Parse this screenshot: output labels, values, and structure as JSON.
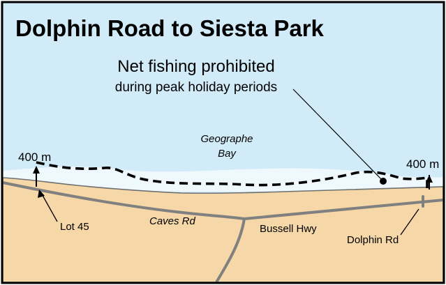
{
  "map": {
    "title": "Dolphin Road to Siesta Park",
    "notice": {
      "line1": "Net fishing prohibited",
      "line2": "during peak holiday periods"
    },
    "water_label": {
      "line1": "Geographe",
      "line2": "Bay"
    },
    "distance_left": "400 m",
    "distance_right": "400 m",
    "places": {
      "lot": "Lot 45",
      "road1": "Caves Rd",
      "road2": "Bussell Hwy",
      "road3": "Dolphin Rd"
    },
    "colors": {
      "sea": "#d2ebf8",
      "shore_water": "#eef8fd",
      "land": "#f5d7a8",
      "road": "#808080",
      "outline": "#000000"
    }
  }
}
